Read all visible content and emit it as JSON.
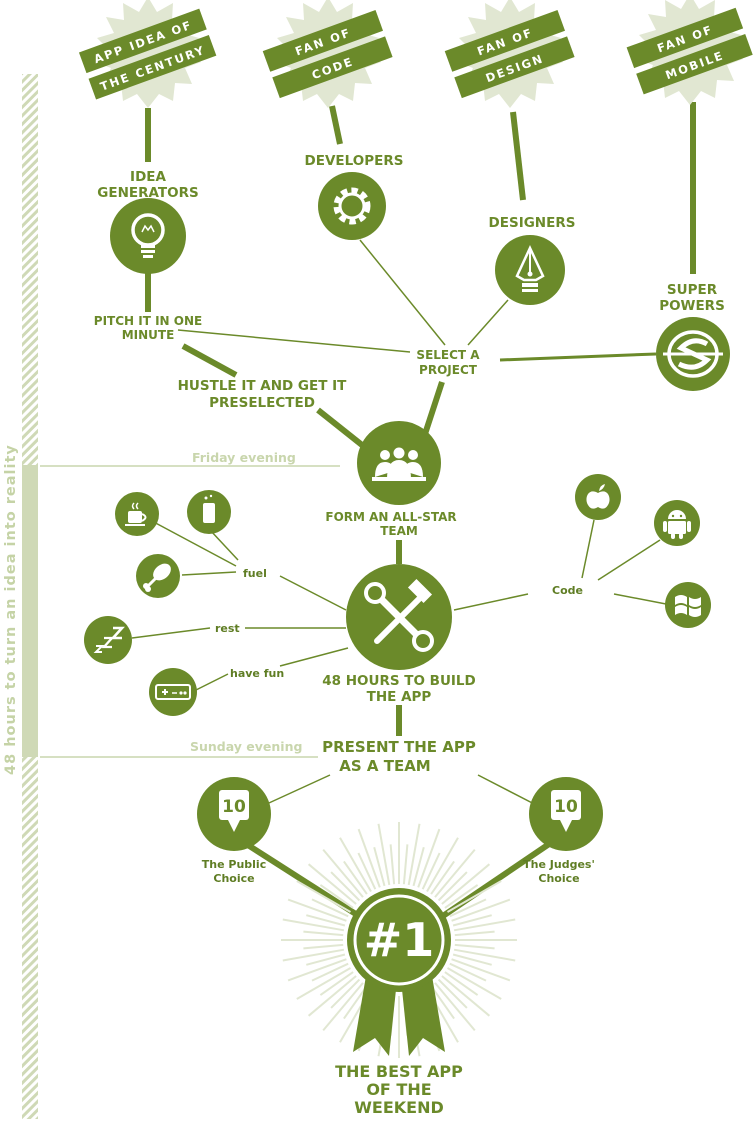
{
  "colors": {
    "primary": "#6b8a2a",
    "pale": "#c9d6ad",
    "starburst": "#e1e7d2",
    "background": "#ffffff"
  },
  "side_title": "48 hours to turn an idea into reality",
  "banners": [
    {
      "lines": [
        "APP IDEA OF",
        "THE CENTURY"
      ]
    },
    {
      "lines": [
        "FAN OF",
        "CODE"
      ]
    },
    {
      "lines": [
        "FAN OF",
        "DESIGN"
      ]
    },
    {
      "lines": [
        "FAN OF",
        "MOBILE"
      ]
    }
  ],
  "roles": {
    "idea_generators": [
      "IDEA",
      "GENERATORS"
    ],
    "developers": "DEVELOPERS",
    "designers": "DESIGNERS",
    "super_powers": [
      "SUPER",
      "POWERS"
    ]
  },
  "steps": {
    "pitch": [
      "PITCH IT IN ONE",
      "MINUTE"
    ],
    "select": [
      "SELECT A",
      "PROJECT"
    ],
    "hustle": [
      "HUSTLE IT AND GET IT",
      "PRESELECTED"
    ],
    "team": [
      "FORM AN ALL-STAR",
      "TEAM"
    ],
    "build": [
      "48 HOURS TO BUILD",
      "THE APP"
    ],
    "present": [
      "PRESENT THE APP",
      "AS A TEAM"
    ],
    "best": [
      "THE BEST APP",
      "OF THE",
      "WEEKEND"
    ]
  },
  "timeline": {
    "friday": "Friday evening",
    "sunday": "Sunday evening"
  },
  "activities": {
    "fuel": "fuel",
    "rest": "rest",
    "have_fun": "have fun",
    "code": "Code"
  },
  "awards": {
    "public": {
      "score": "10",
      "lines": [
        "The Public",
        "Choice"
      ]
    },
    "judges": {
      "score": "10",
      "lines": [
        "The Judges'",
        "Choice"
      ]
    },
    "best": {
      "badge": "#1"
    }
  },
  "icons": [
    "sun-icon",
    "lightbulb-icon",
    "gear-icon",
    "pen-nib-icon",
    "superpower-icon",
    "team-icon",
    "tools-icon",
    "coffee-icon",
    "can-icon",
    "drumstick-icon",
    "sleep-icon",
    "gamepad-icon",
    "apple-icon",
    "android-icon",
    "windows-icon",
    "award-pin-icon",
    "ribbon-icon"
  ]
}
